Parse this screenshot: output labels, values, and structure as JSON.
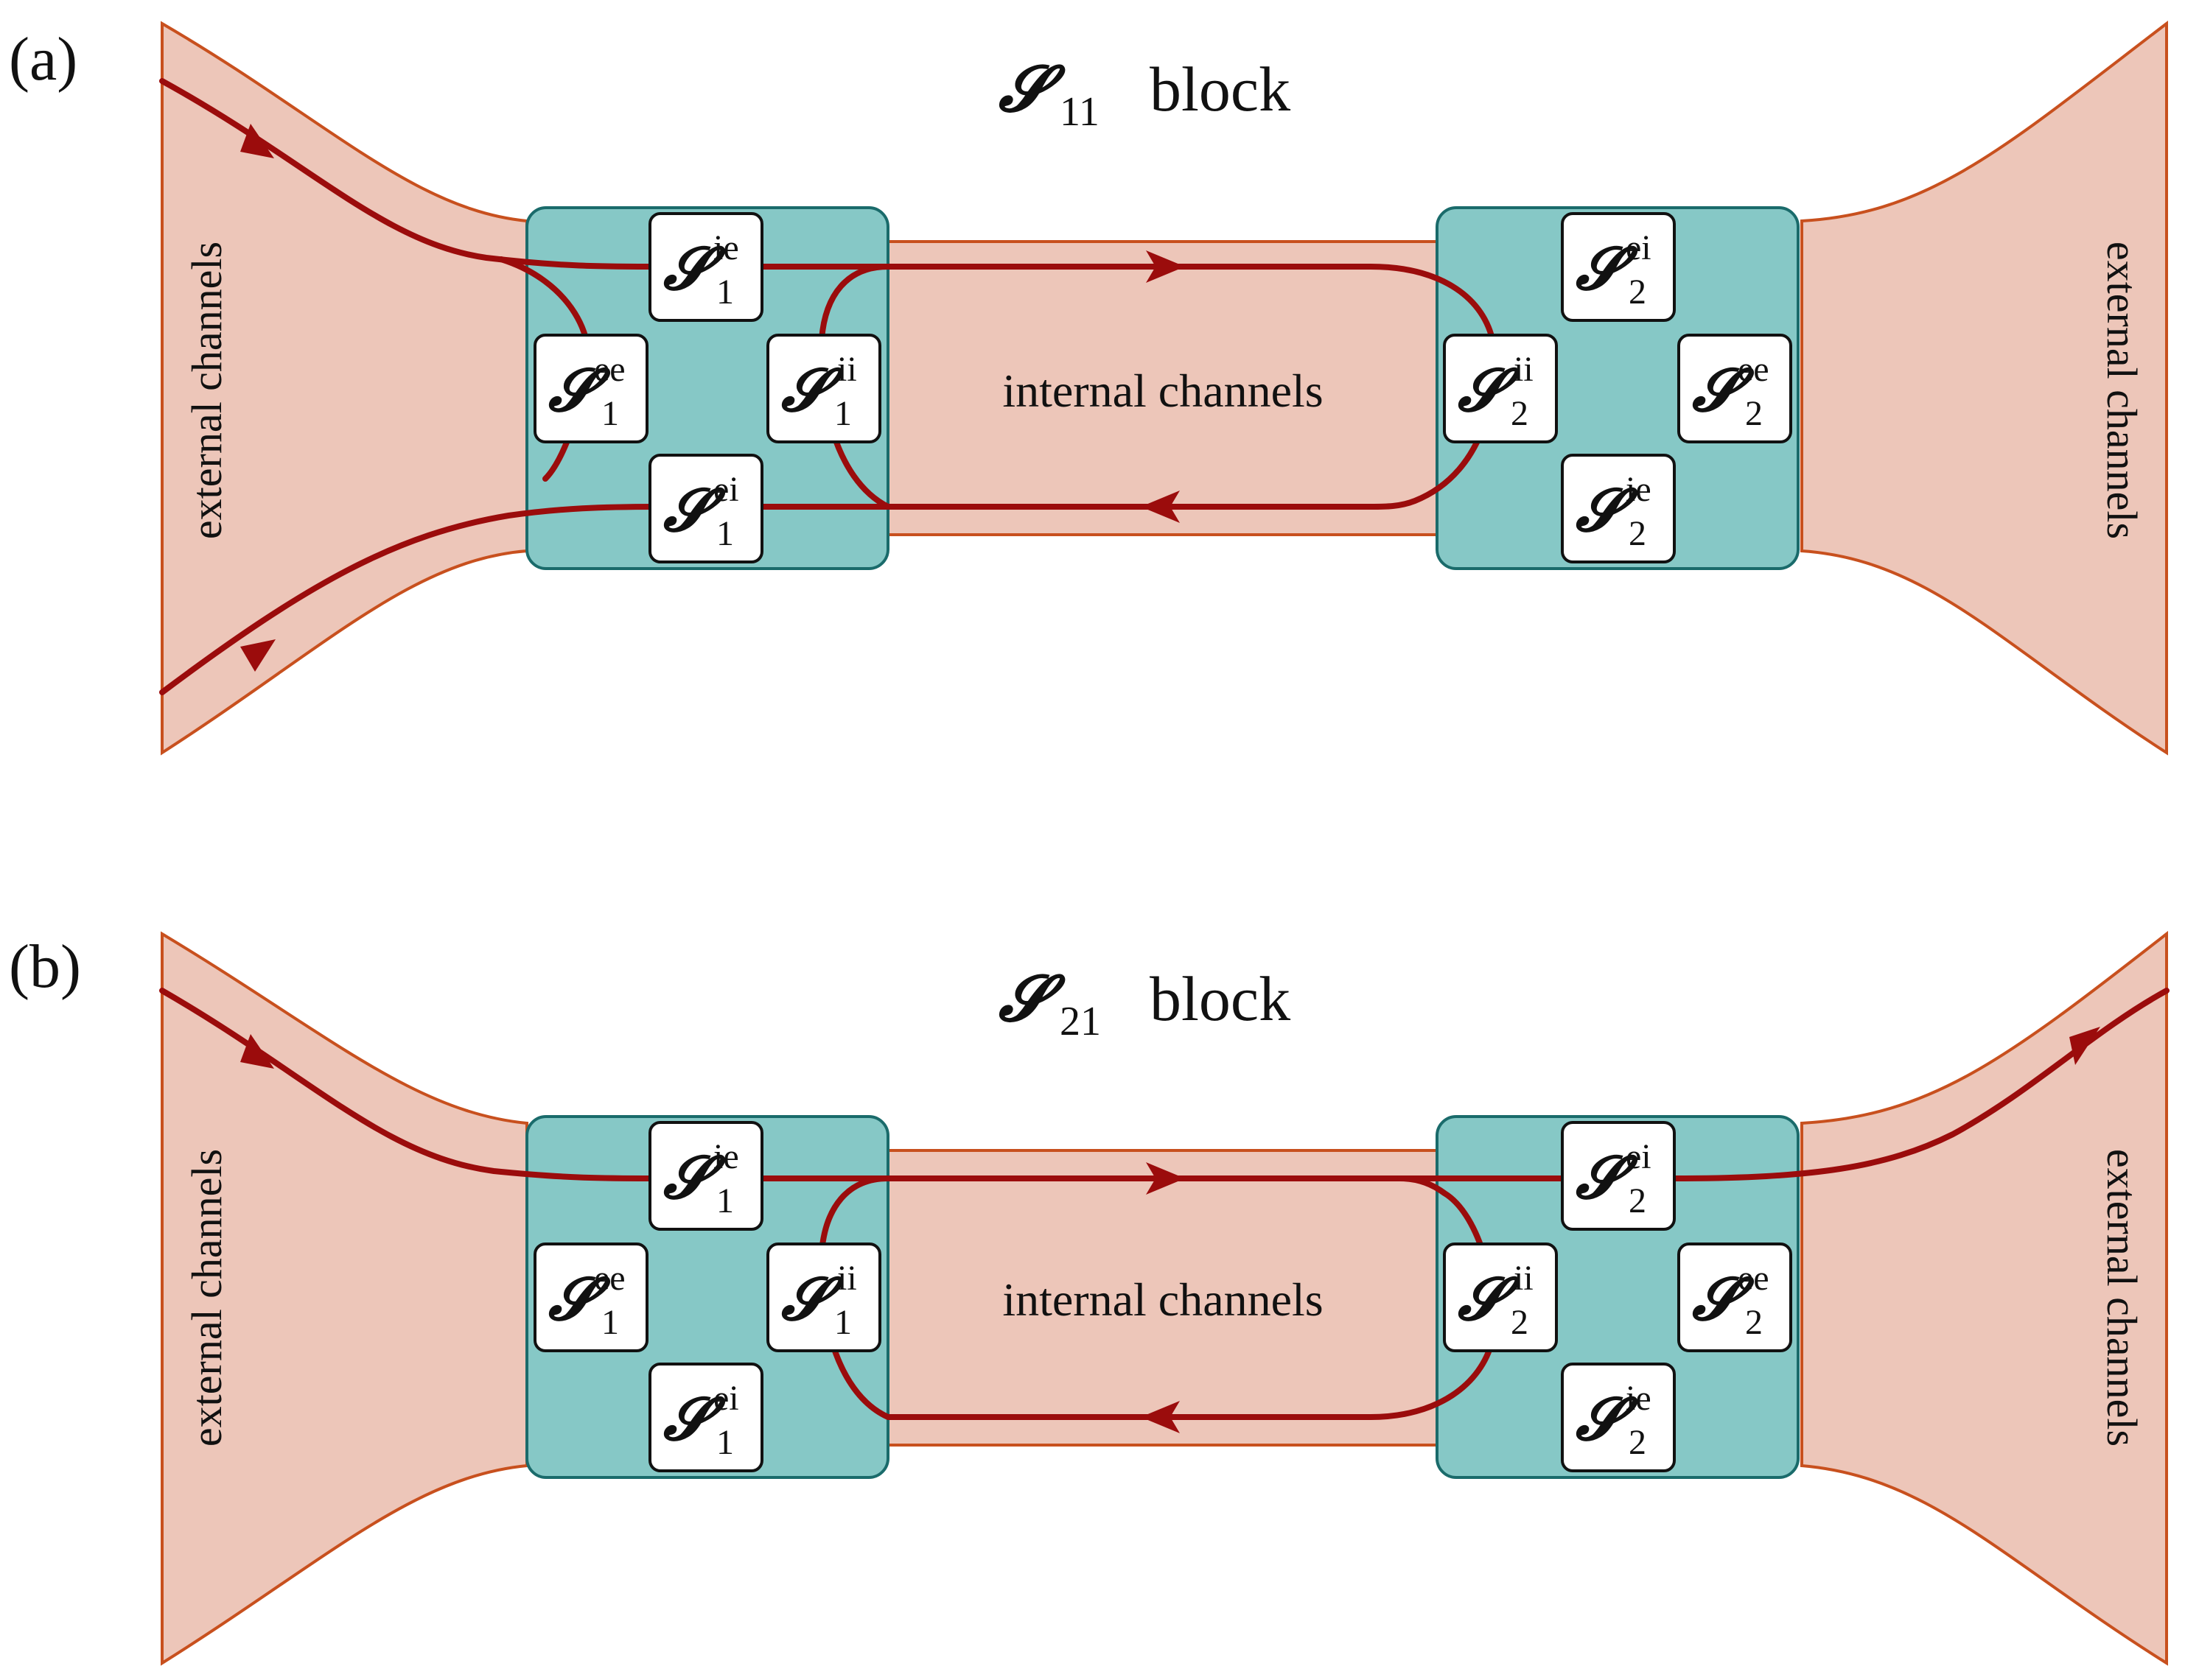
{
  "colors": {
    "channel_fill": "#edc6b9",
    "channel_edge": "#c8501e",
    "scatterer_fill": "#86c8c6",
    "scatterer_edge": "#1a6b6b",
    "path": "#9b0c0c"
  },
  "symbol": "𝓢",
  "panels": [
    {
      "tag": "(a)",
      "title_sub": "11",
      "title_word": "block",
      "left_label": "external channels",
      "right_label": "external channels",
      "center_label": "internal channels",
      "tiles_left": [
        {
          "sup": "ie",
          "sub": "1"
        },
        {
          "sup": "ee",
          "sub": "1"
        },
        {
          "sup": "ii",
          "sub": "1"
        },
        {
          "sup": "ei",
          "sub": "1"
        }
      ],
      "tiles_right": [
        {
          "sup": "ei",
          "sub": "2"
        },
        {
          "sup": "ii",
          "sub": "2"
        },
        {
          "sup": "ee",
          "sub": "2"
        },
        {
          "sup": "ie",
          "sub": "2"
        }
      ]
    },
    {
      "tag": "(b)",
      "title_sub": "21",
      "title_word": "block",
      "left_label": "external channels",
      "right_label": "external channels",
      "center_label": "internal channels",
      "tiles_left": [
        {
          "sup": "ie",
          "sub": "1"
        },
        {
          "sup": "ee",
          "sub": "1"
        },
        {
          "sup": "ii",
          "sub": "1"
        },
        {
          "sup": "ei",
          "sub": "1"
        }
      ],
      "tiles_right": [
        {
          "sup": "ei",
          "sub": "2"
        },
        {
          "sup": "ii",
          "sub": "2"
        },
        {
          "sup": "ee",
          "sub": "2"
        },
        {
          "sup": "ie",
          "sub": "2"
        }
      ]
    }
  ]
}
